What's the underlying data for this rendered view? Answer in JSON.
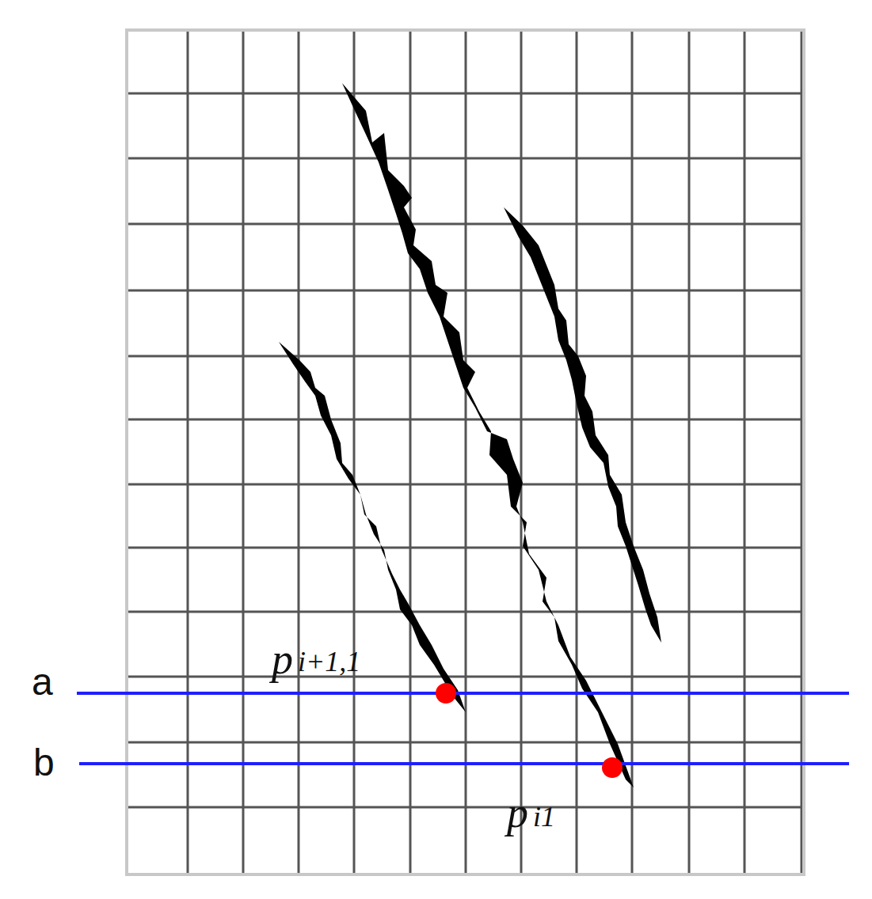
{
  "diagram": {
    "labels": [
      "a",
      "b",
      "p",
      "i+1,1",
      "p",
      "i1"
    ]
  }
}
